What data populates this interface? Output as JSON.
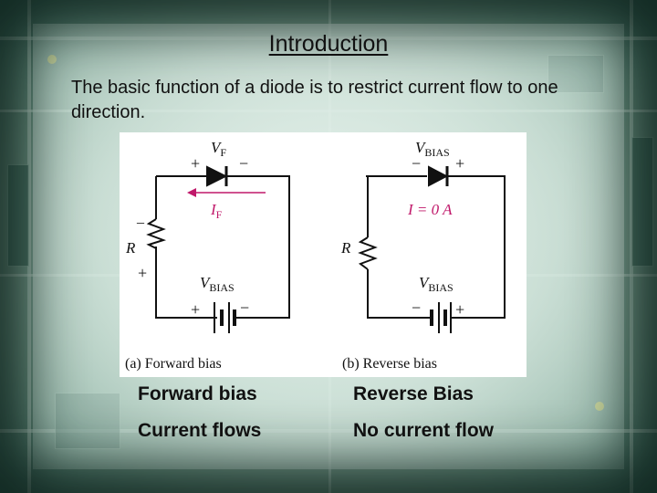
{
  "slide": {
    "title": "Introduction",
    "intro": "The basic function of a diode is to restrict current flow to one direction."
  },
  "figure": {
    "forward": {
      "vf_main": "V",
      "vf_sub": "F",
      "plus": "+",
      "minus": "−",
      "if_main": "I",
      "if_sub": "F",
      "r_minus": "_",
      "r_label": "R",
      "r_plus": "+",
      "vbias_main": "V",
      "vbias_sub": "BIAS",
      "caption": "(a) Forward bias"
    },
    "reverse": {
      "vbias_top_main": "V",
      "vbias_top_sub": "BIAS",
      "minus": "−",
      "plus": "+",
      "current": "I = 0 A",
      "r_label": "R",
      "vbias_main": "V",
      "vbias_sub": "BIAS",
      "caption": "(b) Reverse bias"
    },
    "colors": {
      "accent": "#c0186a",
      "wire": "#111111"
    }
  },
  "labels": {
    "forward_bias": "Forward bias",
    "reverse_bias": "Reverse Bias",
    "current_flows": "Current flows",
    "no_current_flow": "No current flow"
  }
}
